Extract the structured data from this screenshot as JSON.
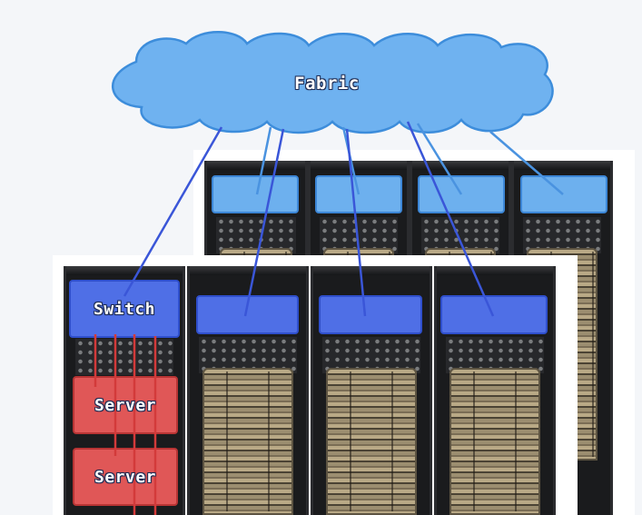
{
  "cloud": {
    "label": "Fabric",
    "fill": "#6fb2f0",
    "stroke": "#3d8ddb"
  },
  "switch": {
    "label": "Switch",
    "fill": "#4f6fe6"
  },
  "servers": [
    {
      "label": "Server"
    },
    {
      "label": "Server"
    }
  ],
  "colors": {
    "back_switch": "#6db0ee",
    "front_switch": "#4f6fe6",
    "server": "#e05757",
    "link_blue": "#3a56d8",
    "link_light": "#4a93e0",
    "link_red": "#d33a3a"
  }
}
